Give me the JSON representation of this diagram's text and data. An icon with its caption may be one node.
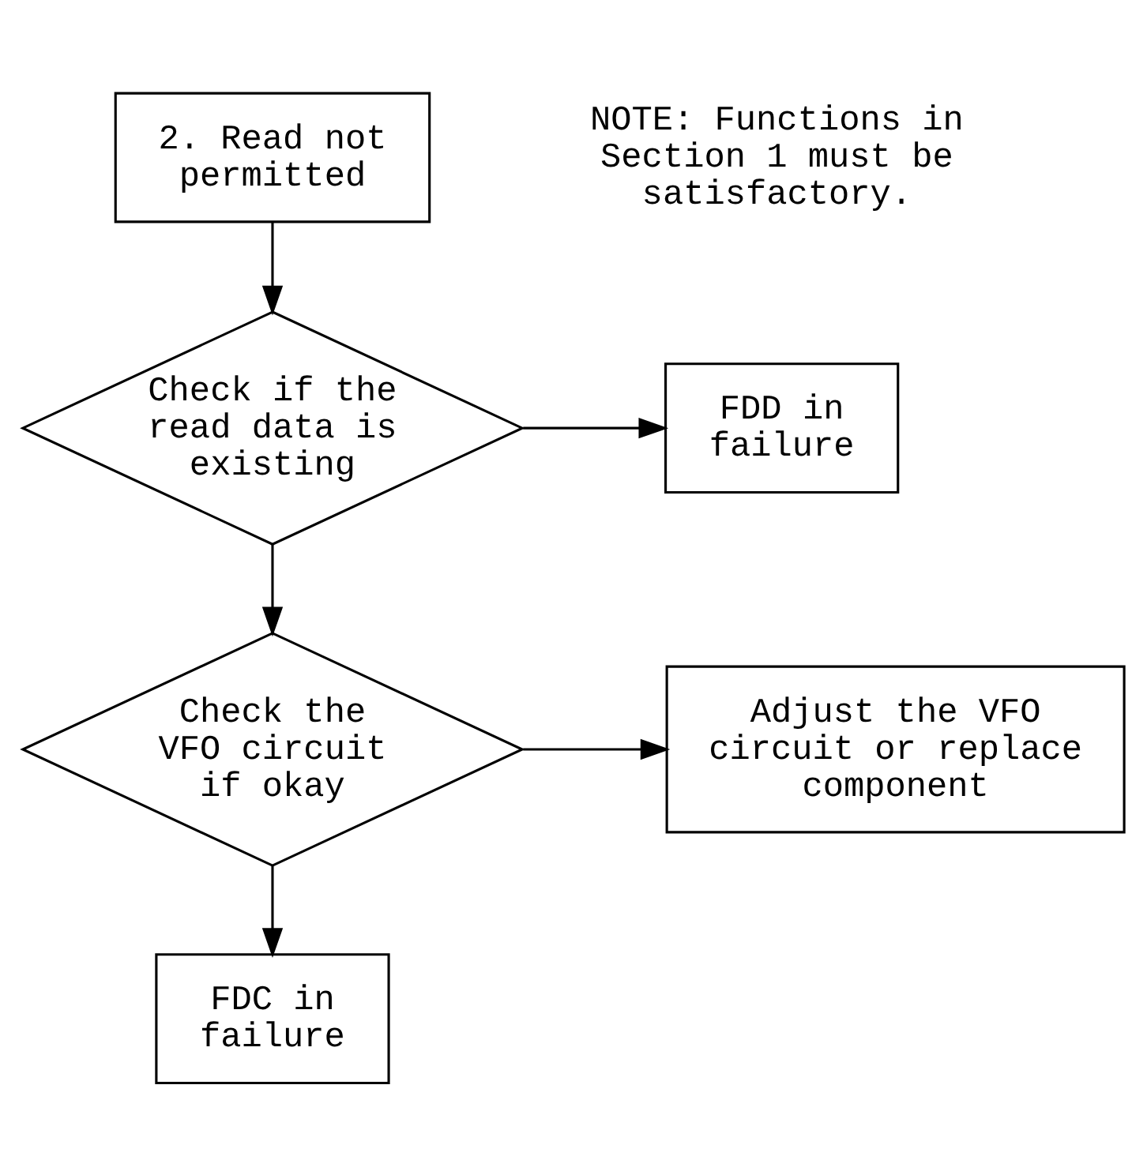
{
  "diagram": {
    "nodes": [
      {
        "text": [
          "2. Read not permitted"
        ]
      },
      {
        "text": [
          "Check if the read data is existing"
        ]
      },
      {
        "text": [
          "FDD in failure"
        ]
      },
      {
        "text": [
          "Check the VFO circuit if okay"
        ]
      },
      {
        "text": [
          "Adjust the VFO circuit or replace component"
        ]
      },
      {
        "text": [
          "FDC in failure"
        ]
      }
    ],
    "edges": [
      {
        "from": 0,
        "to": 1,
        "arrow": "to"
      },
      {
        "from": 1,
        "to": 2,
        "arrow": "to"
      },
      {
        "from": 1,
        "to": 3,
        "arrow": "to"
      },
      {
        "from": 3,
        "to": 4,
        "arrow": "to"
      },
      {
        "from": 3,
        "to": 5,
        "arrow": "to"
      }
    ],
    "labels": [
      "NOTE: Functions in Section 1 must be satisfactory."
    ]
  }
}
